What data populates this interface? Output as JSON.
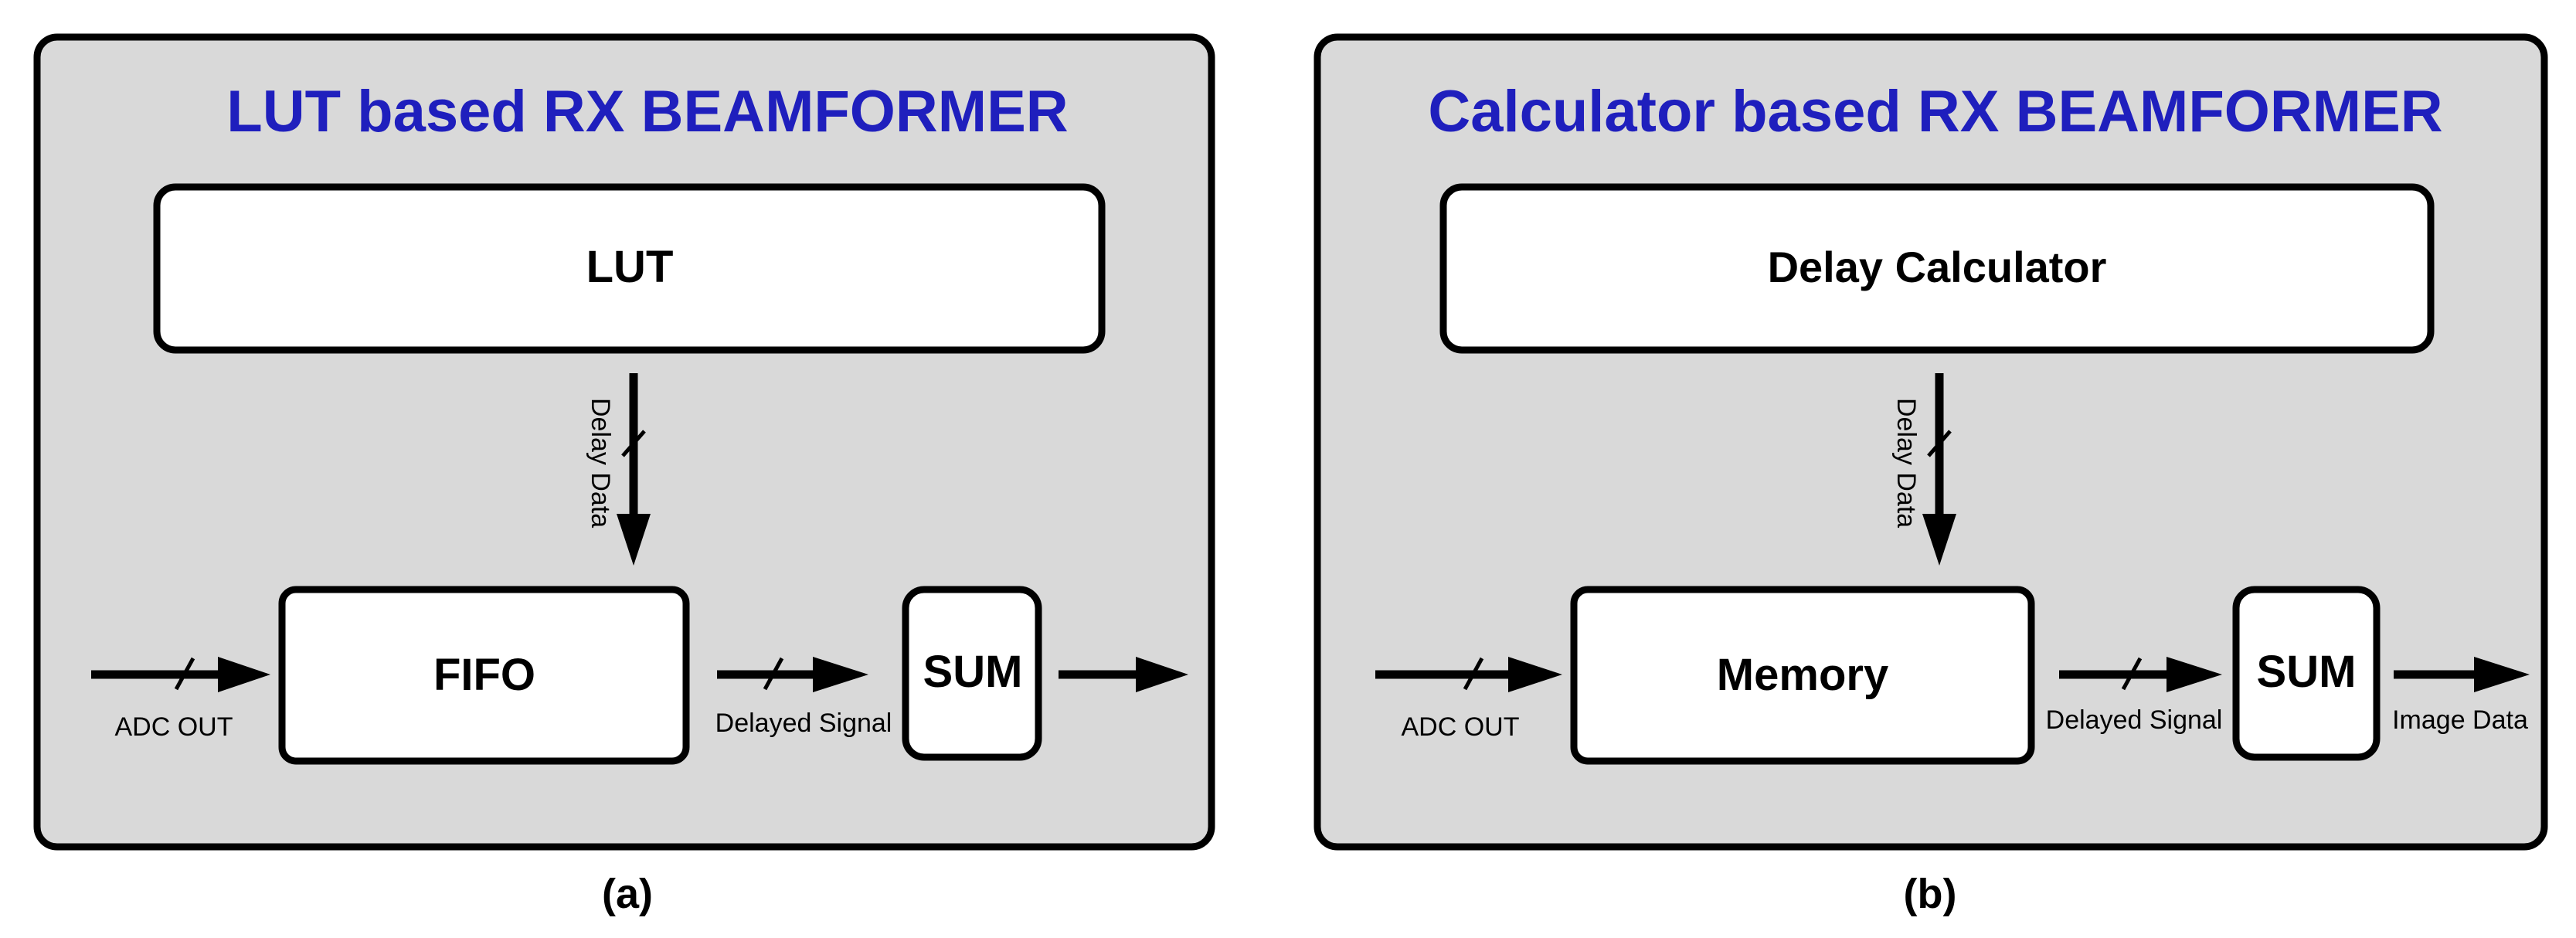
{
  "colors": {
    "panel_background": "#d9d9d9",
    "title": "#1f1fbd",
    "block_fill": "#ffffff",
    "stroke": "#000000"
  },
  "panel_a": {
    "title": "LUT based RX BEAMFORMER",
    "top_block": "LUT",
    "buffer_block": "FIFO",
    "sum_block": "SUM",
    "input_label": "ADC OUT",
    "delay_label": "Delay Data",
    "delayed_label": "Delayed Signal",
    "caption": "(a)"
  },
  "panel_b": {
    "title": "Calculator based RX BEAMFORMER",
    "top_block": "Delay Calculator",
    "buffer_block": "Memory",
    "sum_block": "SUM",
    "input_label": "ADC OUT",
    "delay_label": "Delay Data",
    "delayed_label": "Delayed Signal",
    "output_label": "Image Data",
    "caption": "(b)"
  }
}
